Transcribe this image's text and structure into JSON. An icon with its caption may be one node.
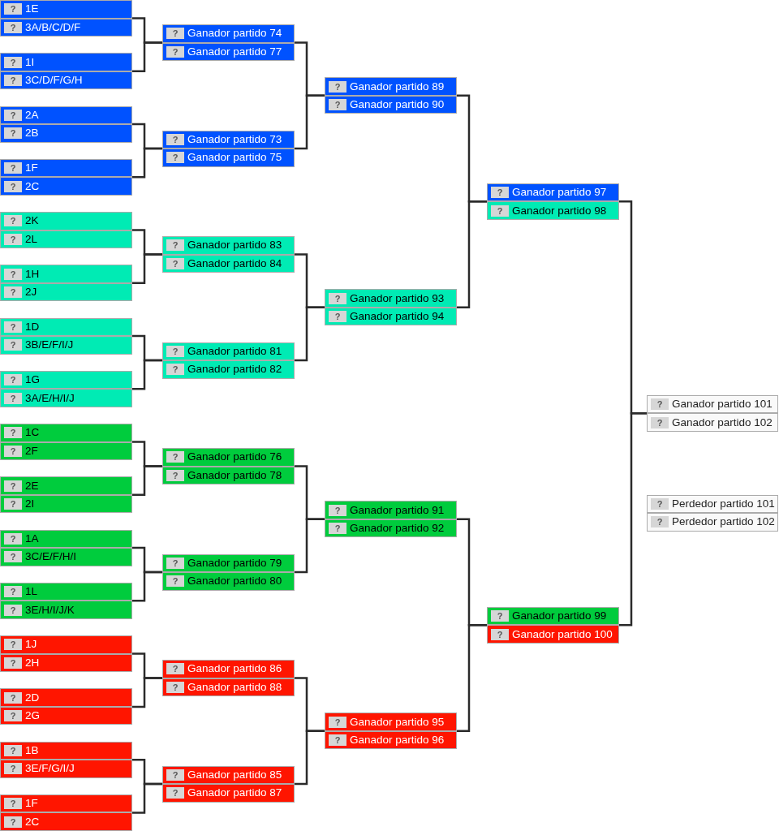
{
  "diagram": {
    "nodes": [
      {
        "text": [],
        "shape": "box"
      },
      {
        "text": [
          "?",
          "1E"
        ],
        "in": 0
      },
      {
        "text": [
          "?",
          "3A/B/C/D/F"
        ],
        "in": 0
      },
      {
        "text": [],
        "shape": "box"
      },
      {
        "text": [
          "?",
          "1I"
        ],
        "in": 3
      },
      {
        "text": [
          "?",
          "3C/D/F/G/H"
        ],
        "in": 3
      },
      {
        "text": [],
        "shape": "box"
      },
      {
        "text": [
          "?",
          "2A"
        ],
        "in": 6
      },
      {
        "text": [
          "?",
          "2B"
        ],
        "in": 6
      },
      {
        "text": [],
        "shape": "box"
      },
      {
        "text": [
          "?",
          "1F"
        ],
        "in": 9
      },
      {
        "text": [
          "?",
          "2C"
        ],
        "in": 9
      },
      {
        "text": [],
        "shape": "box"
      },
      {
        "text": [
          "?",
          "2K"
        ],
        "in": 12
      },
      {
        "text": [
          "?",
          "2L"
        ],
        "in": 12
      },
      {
        "text": [],
        "shape": "box"
      },
      {
        "text": [
          "?",
          "1H"
        ],
        "in": 15
      },
      {
        "text": [
          "?",
          "2J"
        ],
        "in": 15
      },
      {
        "text": [],
        "shape": "box"
      },
      {
        "text": [
          "?",
          "1D"
        ],
        "in": 18
      },
      {
        "text": [
          "?",
          "3B/E/F/I/J"
        ],
        "in": 18
      },
      {
        "text": [],
        "shape": "box"
      },
      {
        "text": [
          "?",
          "1G"
        ],
        "in": 21
      },
      {
        "text": [
          "?",
          "3A/E/H/I/J"
        ],
        "in": 21
      },
      {
        "text": [],
        "shape": "box"
      },
      {
        "text": [
          "?",
          "1C"
        ],
        "in": 24
      },
      {
        "text": [
          "?",
          "2F"
        ],
        "in": 24
      },
      {
        "text": [],
        "shape": "box"
      },
      {
        "text": [
          "?",
          "2E"
        ],
        "in": 27
      },
      {
        "text": [
          "?",
          "2I"
        ],
        "in": 27
      },
      {
        "text": [],
        "shape": "box"
      },
      {
        "text": [
          "?",
          "1A"
        ],
        "in": 30
      },
      {
        "text": [
          "?",
          "3C/E/F/H/I"
        ],
        "in": 30
      },
      {
        "text": [],
        "shape": "box"
      },
      {
        "text": [
          "?",
          "1L"
        ],
        "in": 33
      },
      {
        "text": [
          "?",
          "3E/H/I/J/K"
        ],
        "in": 33
      },
      {
        "text": [],
        "shape": "box"
      },
      {
        "text": [
          "?",
          "1J"
        ],
        "in": 36
      },
      {
        "text": [
          "?",
          "2H"
        ],
        "in": 36
      },
      {
        "text": [],
        "shape": "box"
      },
      {
        "text": [
          "?",
          "2D"
        ],
        "in": 39
      },
      {
        "text": [
          "?",
          "2G"
        ],
        "in": 39
      },
      {
        "text": [],
        "shape": "box"
      },
      {
        "text": [
          "?",
          "1B"
        ],
        "in": 42
      },
      {
        "text": [
          "?",
          "3E/F/G/I/J"
        ],
        "in": 42
      },
      {
        "text": [],
        "shape": "box"
      },
      {
        "text": [
          "?",
          "1F"
        ],
        "in": 45
      },
      {
        "text": [
          "?",
          "2C"
        ],
        "in": 45
      },
      {
        "text": [],
        "shape": "box"
      },
      {
        "text": [
          "?",
          "Ganador partido 74"
        ],
        "in": 48
      },
      {
        "text": [
          "?",
          "Ganador partido 77"
        ],
        "in": 48
      },
      {
        "text": [],
        "shape": "box"
      },
      {
        "text": [
          "?",
          "Ganador partido 73"
        ],
        "in": 51
      },
      {
        "text": [
          "?",
          "Ganador partido 75"
        ],
        "in": 51
      },
      {
        "text": [],
        "shape": "box"
      },
      {
        "text": [
          "?",
          "Ganador partido 83"
        ],
        "in": 54
      },
      {
        "text": [
          "?",
          "Ganador partido 84"
        ],
        "in": 54
      },
      {
        "text": [],
        "shape": "box"
      },
      {
        "text": [
          "?",
          "Ganador partido 81"
        ],
        "in": 57
      },
      {
        "text": [
          "?",
          "Ganador partido 82"
        ],
        "in": 57
      },
      {
        "text": [],
        "shape": "box"
      },
      {
        "text": [
          "?",
          "Ganador partido 76"
        ],
        "in": 60
      },
      {
        "text": [
          "?",
          "Ganador partido 78"
        ],
        "in": 60
      },
      {
        "text": [],
        "shape": "box"
      },
      {
        "text": [
          "?",
          "Ganador partido 79"
        ],
        "in": 63
      },
      {
        "text": [
          "?",
          "Ganador partido 80"
        ],
        "in": 63
      },
      {
        "text": [],
        "shape": "box"
      },
      {
        "text": [
          "?",
          "Ganador partido 86"
        ],
        "in": 66
      },
      {
        "text": [
          "?",
          "Ganador partido 88"
        ],
        "in": 66
      },
      {
        "text": [],
        "shape": "box"
      },
      {
        "text": [
          "?",
          "Ganador partido 85"
        ],
        "in": 69
      },
      {
        "text": [
          "?",
          "Ganador partido 87"
        ],
        "in": 69
      },
      {
        "text": [],
        "shape": "box"
      },
      {
        "text": [
          "?",
          "Ganador partido 89"
        ],
        "in": 72
      },
      {
        "text": [
          "?",
          "Ganador partido 90"
        ],
        "in": 72
      },
      {
        "text": [],
        "shape": "box"
      },
      {
        "text": [
          "?",
          "Ganador partido 93"
        ],
        "in": 75
      },
      {
        "text": [
          "?",
          "Ganador partido 94"
        ],
        "in": 75
      },
      {
        "text": [],
        "shape": "box"
      },
      {
        "text": [
          "?",
          "Ganador partido 91"
        ],
        "in": 78
      },
      {
        "text": [
          "?",
          "Ganador partido 92"
        ],
        "in": 78
      },
      {
        "text": [],
        "shape": "box"
      },
      {
        "text": [
          "?",
          "Ganador partido 95"
        ],
        "in": 81
      },
      {
        "text": [
          "?",
          "Ganador partido 96"
        ],
        "in": 81
      },
      {
        "text": [],
        "shape": "box"
      },
      {
        "text": [
          "?",
          "Ganador partido 97"
        ],
        "in": 84
      },
      {
        "text": [
          "?",
          "Ganador partido 98"
        ],
        "in": 84
      },
      {
        "text": [],
        "shape": "box"
      },
      {
        "text": [
          "?",
          "Ganador partido 99"
        ],
        "in": 87
      },
      {
        "text": [
          "?",
          "Ganador partido 100"
        ],
        "in": 87
      },
      {
        "text": [],
        "shape": "box"
      },
      {
        "text": [
          "?",
          "Ganador partido 101"
        ],
        "in": 90
      },
      {
        "text": [
          "?",
          "Ganador partido 102"
        ],
        "in": 90
      },
      {
        "text": [],
        "shape": "box"
      },
      {
        "text": [
          "?",
          "Perdedor partido 101"
        ],
        "in": 93
      },
      {
        "text": [
          "?",
          "Perdedor partido 102"
        ],
        "in": 93
      }
    ],
    "edges": [
      {
        "from": 0,
        "to": 48,
        "arrow": "none"
      },
      {
        "from": 3,
        "to": 48,
        "arrow": "none"
      },
      {
        "from": 6,
        "to": 51,
        "arrow": "none"
      },
      {
        "from": 9,
        "to": 51,
        "arrow": "none"
      },
      {
        "from": 12,
        "to": 54,
        "arrow": "none"
      },
      {
        "from": 15,
        "to": 54,
        "arrow": "none"
      },
      {
        "from": 18,
        "to": 57,
        "arrow": "none"
      },
      {
        "from": 21,
        "to": 57,
        "arrow": "none"
      },
      {
        "from": 24,
        "to": 60,
        "arrow": "none"
      },
      {
        "from": 27,
        "to": 60,
        "arrow": "none"
      },
      {
        "from": 30,
        "to": 63,
        "arrow": "none"
      },
      {
        "from": 33,
        "to": 63,
        "arrow": "none"
      },
      {
        "from": 36,
        "to": 66,
        "arrow": "none"
      },
      {
        "from": 39,
        "to": 66,
        "arrow": "none"
      },
      {
        "from": 42,
        "to": 69,
        "arrow": "none"
      },
      {
        "from": 45,
        "to": 69,
        "arrow": "none"
      },
      {
        "from": 48,
        "to": 72,
        "arrow": "none"
      },
      {
        "from": 51,
        "to": 72,
        "arrow": "none"
      },
      {
        "from": 54,
        "to": 75,
        "arrow": "none"
      },
      {
        "from": 57,
        "to": 75,
        "arrow": "none"
      },
      {
        "from": 60,
        "to": 78,
        "arrow": "none"
      },
      {
        "from": 63,
        "to": 78,
        "arrow": "none"
      },
      {
        "from": 66,
        "to": 81,
        "arrow": "none"
      },
      {
        "from": 69,
        "to": 81,
        "arrow": "none"
      },
      {
        "from": 72,
        "to": 84,
        "arrow": "none"
      },
      {
        "from": 75,
        "to": 84,
        "arrow": "none"
      },
      {
        "from": 78,
        "to": 87,
        "arrow": "none"
      },
      {
        "from": 81,
        "to": 87,
        "arrow": "none"
      },
      {
        "from": 84,
        "to": 90,
        "arrow": "none"
      },
      {
        "from": 87,
        "to": 90,
        "arrow": "none"
      }
    ]
  }
}
